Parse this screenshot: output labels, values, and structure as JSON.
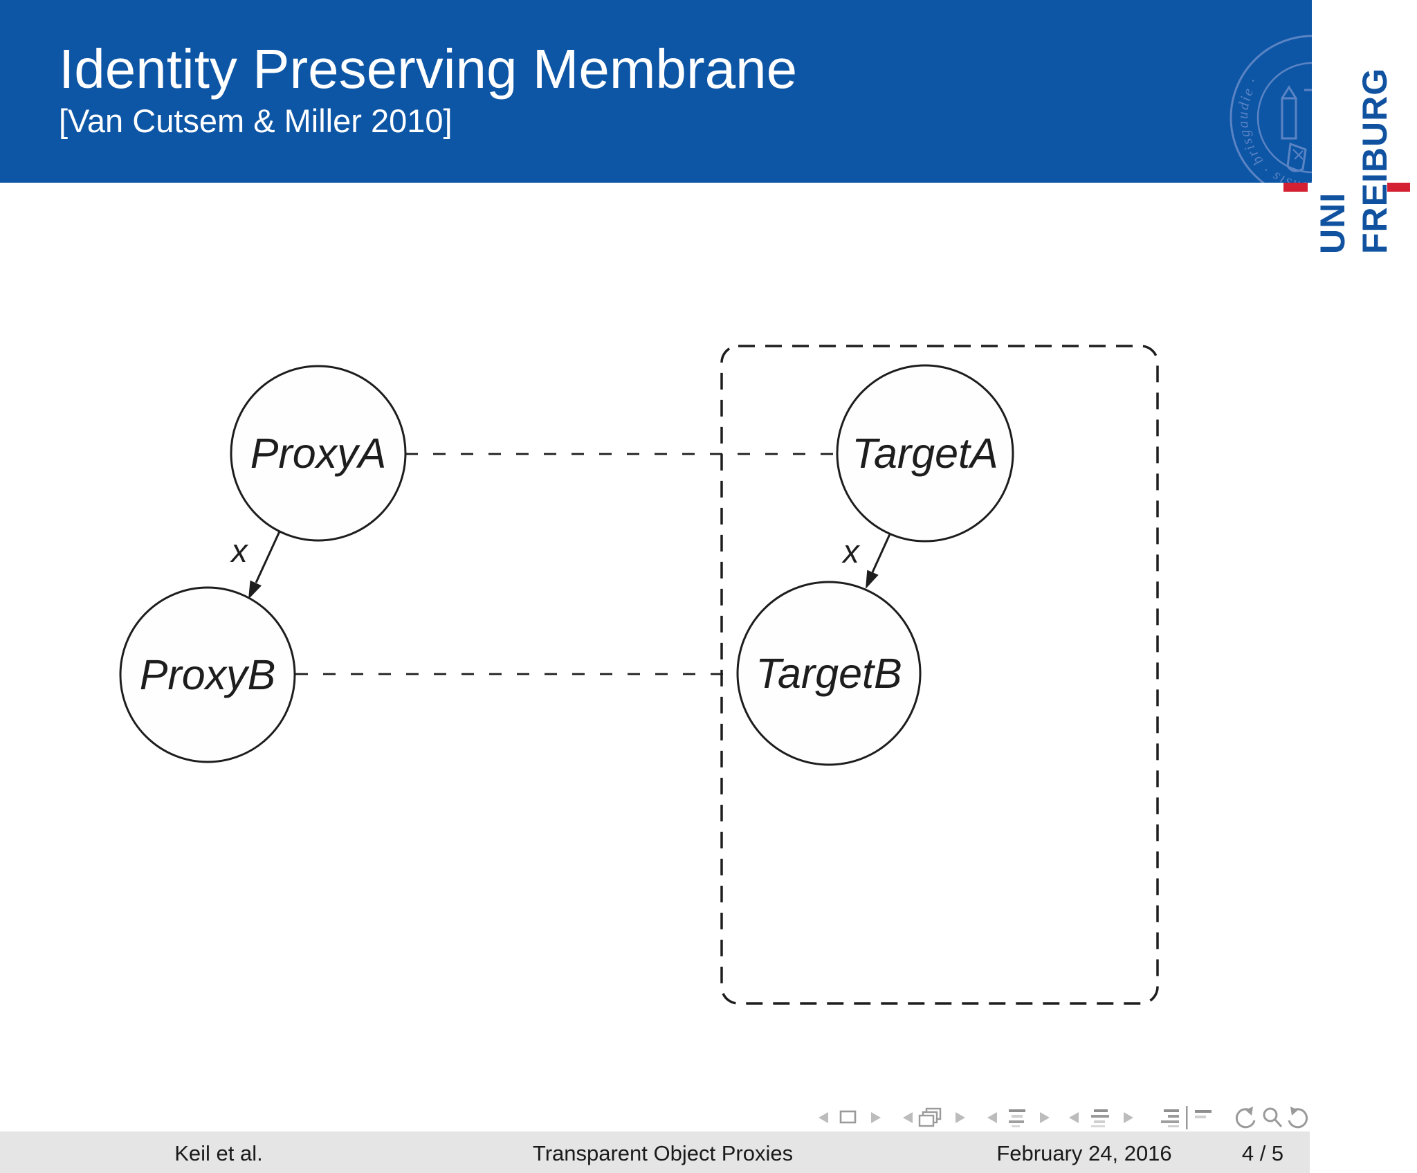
{
  "slide": {
    "title": "Identity Preserving Membrane",
    "subtitle": "[Van Cutsem & Miller 2010]"
  },
  "logo": {
    "wordmark_line1": "UNI",
    "wordmark_line2": "FREIBURG",
    "seal_ring_text": "sigillum universitatis friburgensis · brisgaudie ·",
    "brand_blue": "#0d56a6",
    "brand_red": "#d42032"
  },
  "diagram": {
    "nodes": [
      {
        "id": "proxy-a",
        "label": "ProxyA"
      },
      {
        "id": "proxy-b",
        "label": "ProxyB"
      },
      {
        "id": "target-a",
        "label": "TargetA"
      },
      {
        "id": "target-b",
        "label": "TargetB"
      }
    ],
    "edges": [
      {
        "from": "proxy-a",
        "to": "proxy-b",
        "label": "x",
        "style": "arrow"
      },
      {
        "from": "target-a",
        "to": "target-b",
        "label": "x",
        "style": "arrow"
      },
      {
        "from": "proxy-a",
        "to": "target-a",
        "label": "",
        "style": "dashed"
      },
      {
        "from": "proxy-b",
        "to": "target-b",
        "label": "",
        "style": "dashed"
      }
    ],
    "membrane": "dashed rounded rectangle around TargetA and TargetB"
  },
  "footer": {
    "author": "Keil et al.",
    "short_title": "Transparent Object Proxies",
    "date": "February 24, 2016",
    "pages": "4 / 5"
  }
}
